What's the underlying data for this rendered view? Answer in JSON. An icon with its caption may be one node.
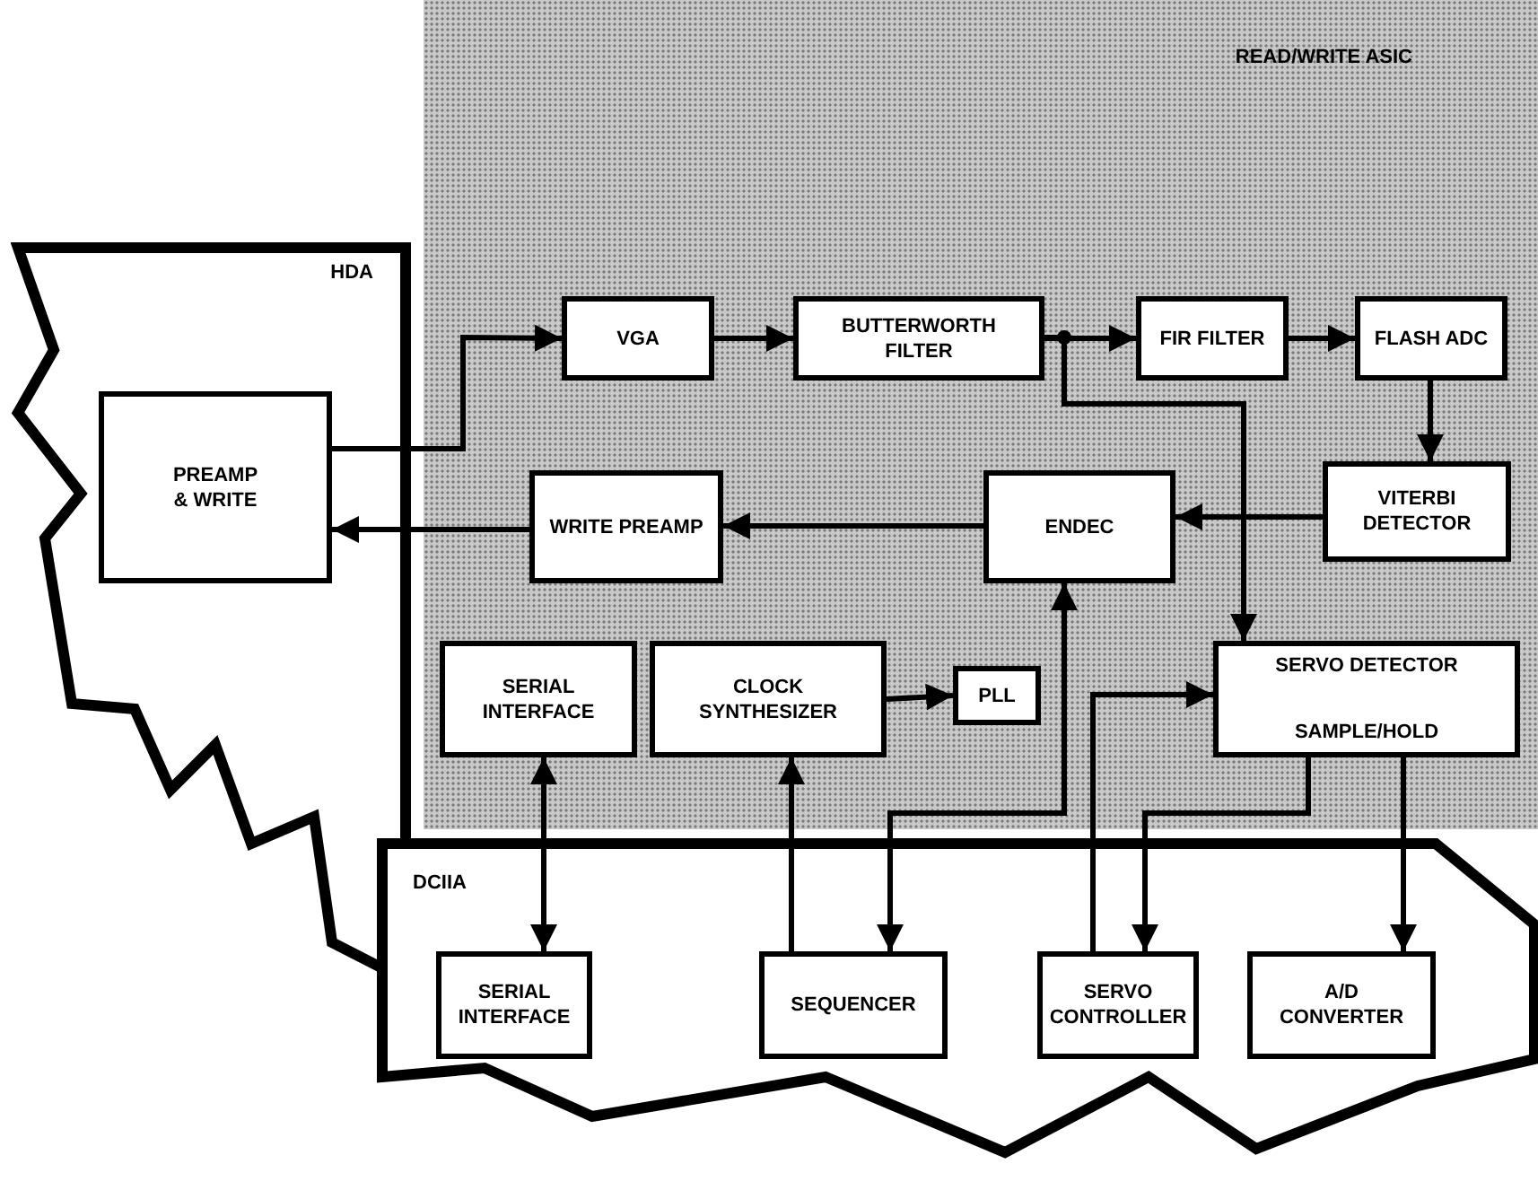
{
  "diagram": {
    "nodes": [
      {
        "text": [
          "READ/WRITE ASIC"
        ]
      },
      {
        "text": [
          "HDA"
        ]
      },
      {
        "text": [
          "PREAMP & WRITE"
        ],
        "in": 1
      },
      {
        "text": [
          "VGA"
        ],
        "in": 0
      },
      {
        "text": [
          "BUTTERWORTH FILTER"
        ],
        "in": 0
      },
      {
        "text": [
          "FIR FILTER"
        ],
        "in": 0
      },
      {
        "text": [
          "FLASH ADC"
        ],
        "in": 0
      },
      {
        "text": [
          "WRITE PREAMP"
        ],
        "in": 0
      },
      {
        "text": [
          "ENDEC"
        ],
        "in": 0
      },
      {
        "text": [
          "VITERBI DETECTOR"
        ],
        "in": 0
      },
      {
        "text": [
          "SERIAL INTERFACE"
        ],
        "in": 0
      },
      {
        "text": [
          "CLOCK SYNTHESIZER"
        ],
        "in": 0
      },
      {
        "text": [
          "PLL"
        ],
        "in": 0
      },
      {
        "text": [
          "SERVO DETECTOR",
          "SAMPLE/HOLD"
        ],
        "in": 0
      },
      {
        "text": [
          "DCIIA"
        ]
      },
      {
        "text": [
          "SERIAL INTERFACE"
        ],
        "in": 14
      },
      {
        "text": [
          "SEQUENCER"
        ],
        "in": 14
      },
      {
        "text": [
          "SERVO CONTROLLER"
        ],
        "in": 14
      },
      {
        "text": [
          "A/D CONVERTER"
        ],
        "in": 14
      }
    ],
    "edges": [
      {
        "from": 2,
        "to": 3,
        "arrow": "to"
      },
      {
        "from": 3,
        "to": 4,
        "arrow": "to"
      },
      {
        "from": 4,
        "to": 5,
        "arrow": "to"
      },
      {
        "from": 4,
        "to": 13,
        "arrow": "to"
      },
      {
        "from": 5,
        "to": 6,
        "arrow": "to"
      },
      {
        "from": 6,
        "to": 9,
        "arrow": "to"
      },
      {
        "from": 9,
        "to": 8,
        "arrow": "to"
      },
      {
        "from": 8,
        "to": 7,
        "arrow": "to"
      },
      {
        "from": 7,
        "to": 2,
        "arrow": "to"
      },
      {
        "from": 11,
        "to": 12,
        "arrow": "to"
      },
      {
        "from": 15,
        "to": 10,
        "arrow": "both"
      },
      {
        "from": 16,
        "to": 11,
        "arrow": "to"
      },
      {
        "from": 8,
        "to": 16,
        "arrow": "both"
      },
      {
        "from": 17,
        "to": 13,
        "arrow": "to"
      },
      {
        "from": 13,
        "to": 17,
        "arrow": "to"
      },
      {
        "from": 13,
        "to": 18,
        "arrow": "to"
      }
    ]
  }
}
